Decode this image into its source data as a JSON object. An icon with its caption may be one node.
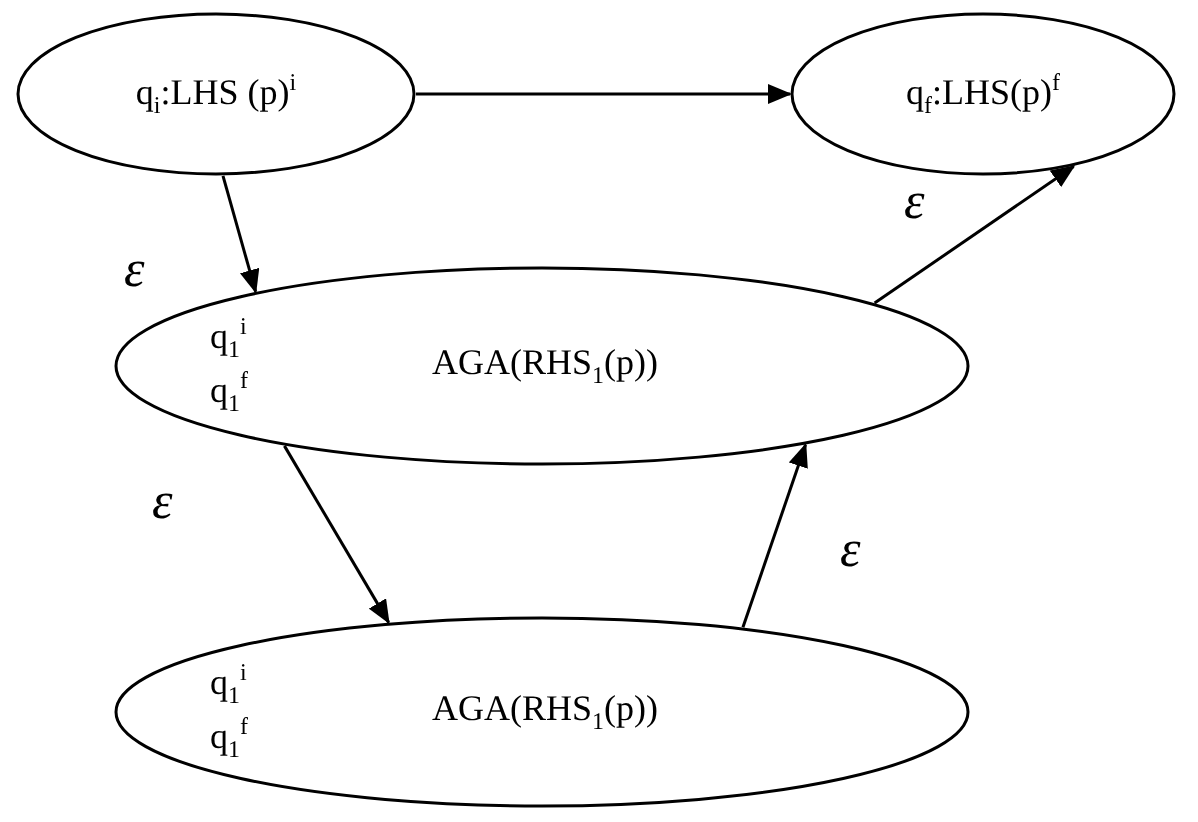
{
  "diagram": {
    "nodes": [
      {
        "text": [
          "q$_{i}$:LHS (p)$^{i}$"
        ]
      },
      {
        "text": [
          "q$_{f}$:LHS(p)$^{f}$"
        ]
      },
      {
        "text": [
          "q$_{1}$$^{i}$",
          "q$_{1}$$^{f}$",
          "AGA(RHS$_{1}$(p))"
        ]
      },
      {
        "text": [
          "q$_{1}$$^{i}$",
          "q$_{1}$$^{f}$",
          "AGA(RHS$_{1}$(p))"
        ]
      }
    ],
    "edges": [
      {
        "from": 0,
        "to": 1,
        "arrow": "to"
      },
      {
        "from": 0,
        "to": 2,
        "arrow": "to",
        "label": "ε"
      },
      {
        "from": 2,
        "to": 1,
        "arrow": "to",
        "label": "ε"
      },
      {
        "from": 2,
        "to": 3,
        "arrow": "to",
        "label": "ε"
      },
      {
        "from": 3,
        "to": 2,
        "arrow": "to",
        "label": "ε"
      }
    ]
  }
}
